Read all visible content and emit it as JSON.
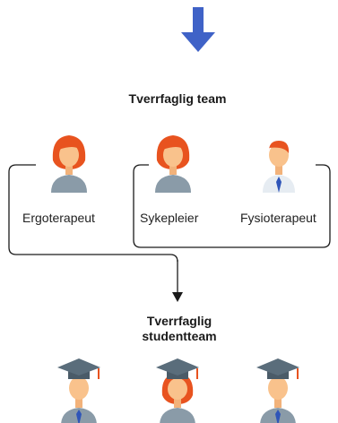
{
  "diagram": {
    "team_title": "Tverrfaglig team",
    "roles": [
      {
        "label": "Ergoterapeut",
        "icon": "female-avatar-icon"
      },
      {
        "label": "Sykepleier",
        "icon": "female-avatar-icon"
      },
      {
        "label": "Fysioterapeut",
        "icon": "male-avatar-tie-icon"
      }
    ],
    "student_title_line1": "Tverrfaglig",
    "student_title_line2": "studentteam",
    "students": [
      {
        "icon": "male-graduate-icon"
      },
      {
        "icon": "female-graduate-icon"
      },
      {
        "icon": "male-graduate-icon"
      }
    ],
    "colors": {
      "arrow": "#3f62c7",
      "hair": "#e8531f",
      "skin": "#f9c28c",
      "cap": "#5a6d7b",
      "shirt": "#8a9ba8",
      "tie": "#2f55b8"
    }
  }
}
